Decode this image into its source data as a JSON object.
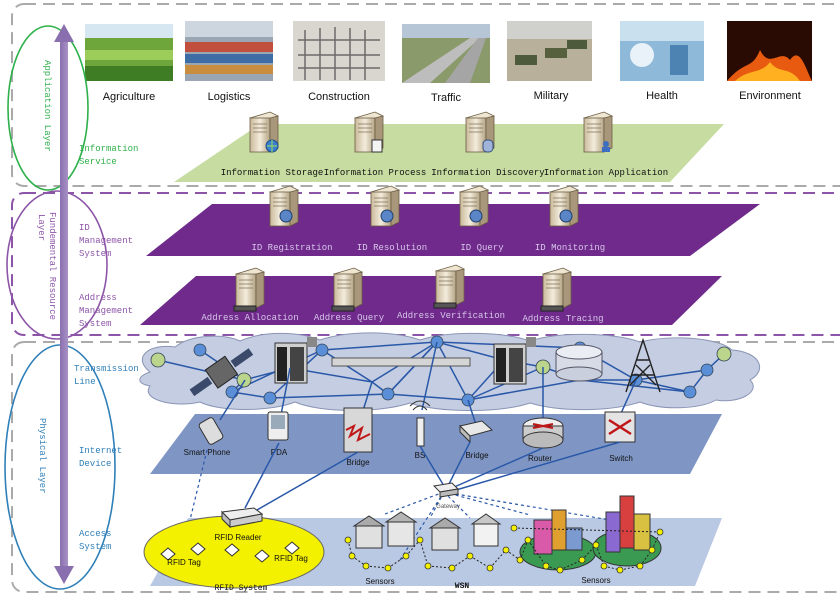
{
  "layers": {
    "application": "Application Layer",
    "fundamental": [
      "Fundemental Resource",
      "Layer"
    ],
    "physical": "Physical Layer"
  },
  "sublayers": {
    "information_service": [
      "Information",
      "Service"
    ],
    "id_management": [
      "ID",
      "Management",
      "System"
    ],
    "address_management": [
      "Address",
      "Management",
      "System"
    ],
    "transmission_line": [
      "Transmission",
      "Line"
    ],
    "internet_device": [
      "Internet",
      "Device"
    ],
    "access_system": [
      "Access",
      "System"
    ]
  },
  "applications": [
    "Agriculture",
    "Logistics",
    "Construction",
    "Traffic",
    "Military",
    "Health",
    "Environment"
  ],
  "information_service": [
    "Information Storage",
    "Information Process",
    "Information Discovery",
    "Information Application"
  ],
  "id_management": [
    "ID Registration",
    "ID Resolution",
    "ID Query",
    "ID Monitoring"
  ],
  "address_management": [
    "Address Allocation",
    "Address Query",
    "Address Verification",
    "Address Tracing"
  ],
  "devices": {
    "smart_phone": "Smart Phone",
    "pda": "PDA",
    "bridge1": "Bridge",
    "bs": "BS",
    "bridge2": "Bridge",
    "router": "Router",
    "switch": "Switch"
  },
  "access": {
    "gateway": "Gateway",
    "rfid_reader": "RFID Reader",
    "rfid_tag": "RFID Tag",
    "rfid_system": "RFID System",
    "sensors_left": "Sensors",
    "wsn": "WSN",
    "sensors_right": "Sensors"
  },
  "colors": {
    "green_plane": "#c6dca0",
    "purple_plane": "#6f2a8c",
    "blue_plane": "#7f96c4",
    "access_plane": "#b9c8e3",
    "cloud": "#c4cde2",
    "arrow": "#8a6fae",
    "green_ring": "#2eb04a",
    "purple_ring": "#8d55a8",
    "blue_ring": "#2f7fb8",
    "rfid_yellow": "#f3f000",
    "node": "#bcd58c",
    "link": "#2a58a8"
  }
}
